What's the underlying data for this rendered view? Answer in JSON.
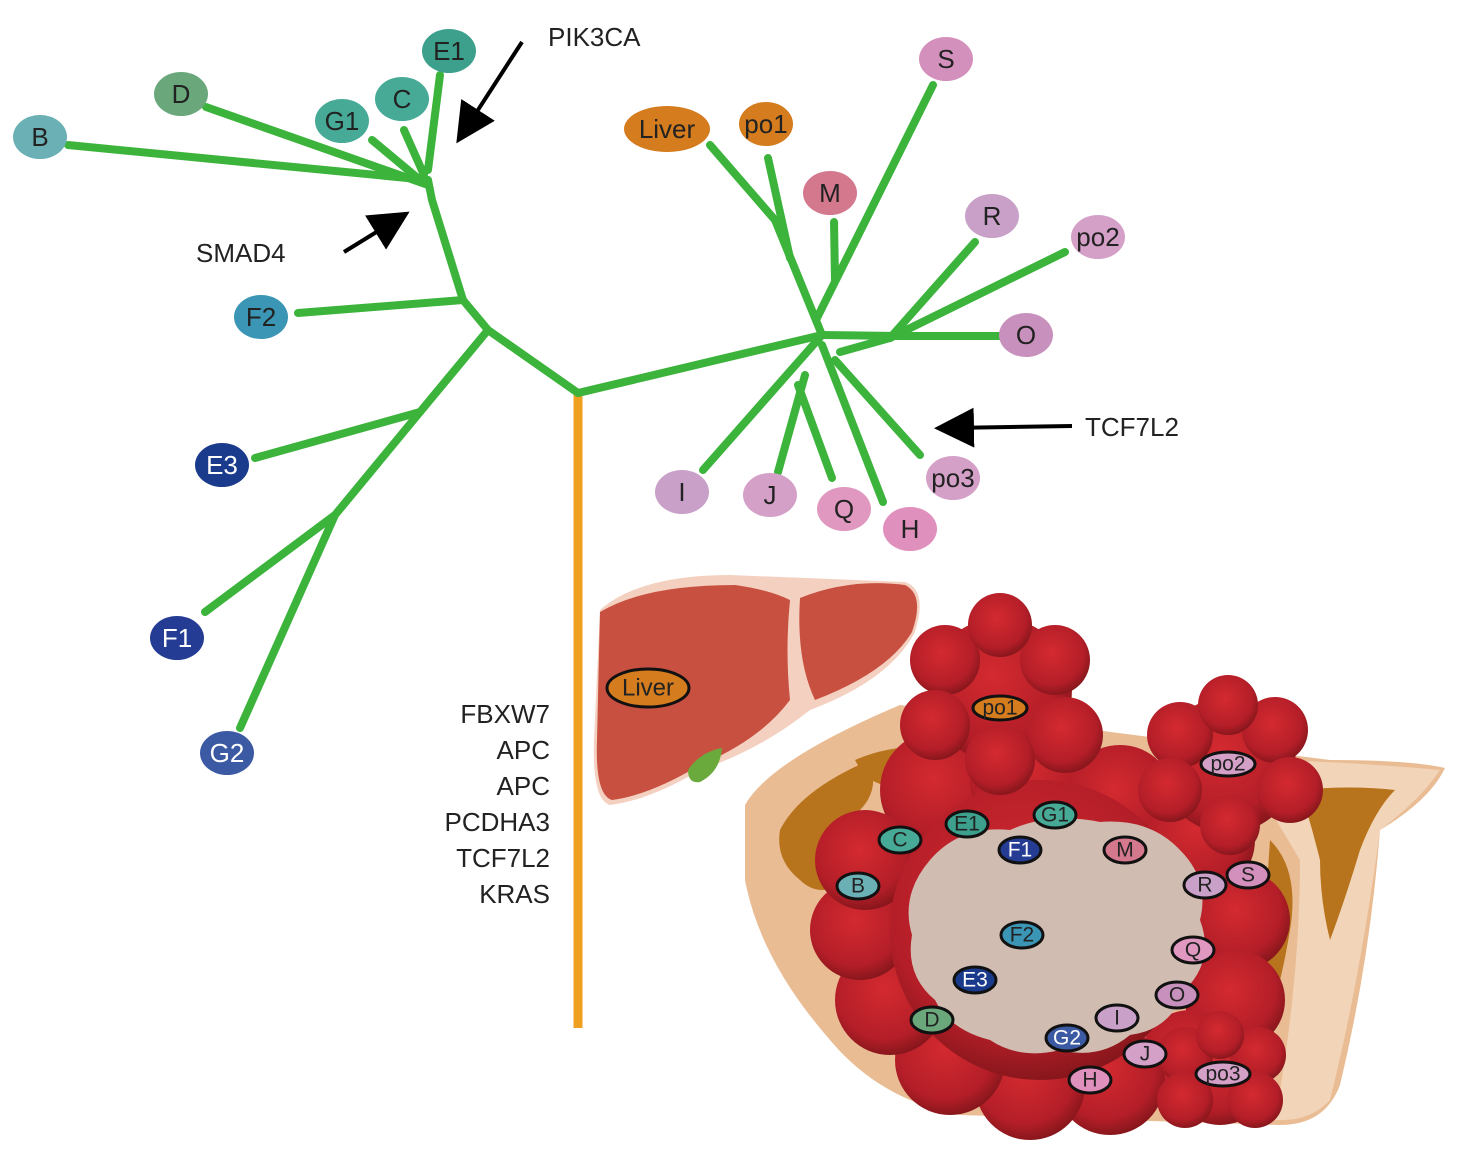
{
  "colors": {
    "trunk": "#f0a020",
    "branch": "#3cb43c",
    "teal": "#46aa96",
    "green": "#6aa87c",
    "greyteal": "#6ab0b4",
    "blue": "#3a96b4",
    "navy": "#1a3a8c",
    "navy2": "#243c94",
    "slateblue": "#3c5aa4",
    "orange": "#d47c1e",
    "pink": "#d490bc",
    "rose": "#d4788e",
    "lilac": "#c8a0c8",
    "liver": "#c85040",
    "tumor": "#b41e28",
    "tissue": "#eabc94",
    "muscle": "#b8741c",
    "lumen": "#d0bcb0"
  },
  "nodes": {
    "B": "B",
    "D": "D",
    "G1": "G1",
    "C": "C",
    "E1": "E1",
    "F2": "F2",
    "E3": "E3",
    "F1": "F1",
    "G2": "G2",
    "Liver": "Liver",
    "po1": "po1",
    "S": "S",
    "M": "M",
    "R": "R",
    "po2": "po2",
    "O": "O",
    "I": "I",
    "J": "J",
    "Q": "Q",
    "H": "H",
    "po3": "po3"
  },
  "annotations": {
    "pik3ca": "PIK3CA",
    "smad4": "SMAD4",
    "tcf7l2": "TCF7L2"
  },
  "trunk_mutations": [
    "FBXW7",
    "APC",
    "APC",
    "PCDHA3",
    "TCF7L2",
    "KRAS"
  ]
}
